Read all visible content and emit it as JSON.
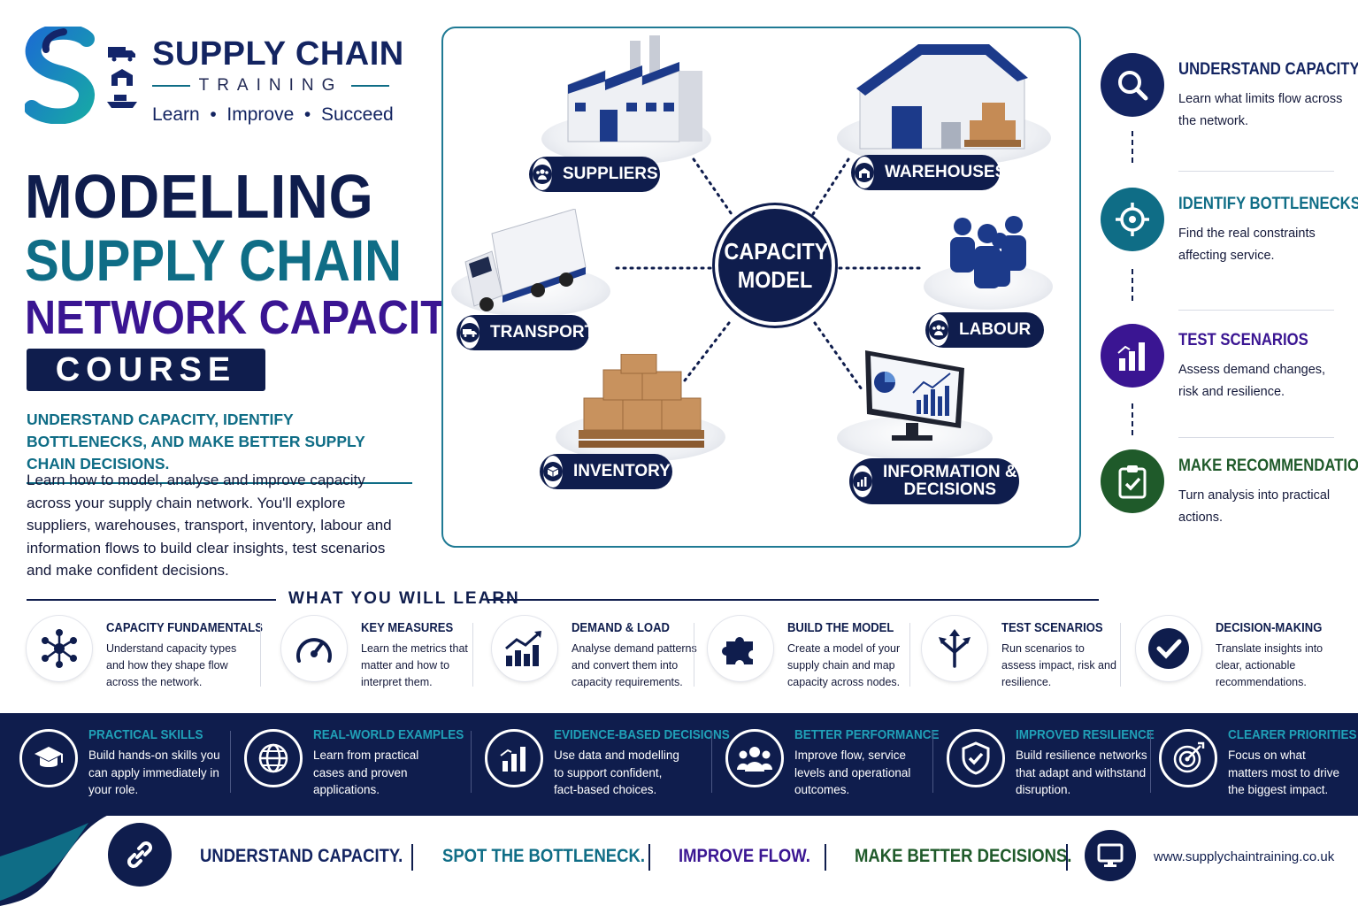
{
  "brand": {
    "name": "SUPPLY CHAIN",
    "sub": "TRAINING",
    "tagline": "Learn  •  Improve  •  Succeed"
  },
  "hero": {
    "line1": "MODELLING",
    "line2": "SUPPLY CHAIN",
    "line3": "NETWORK CAPACITY",
    "badge": "COURSE",
    "lead": "UNDERSTAND CAPACITY, IDENTIFY BOTTLENECKS, AND MAKE BETTER SUPPLY CHAIN DECISIONS.",
    "intro": "Learn how to model, analyse and improve capacity across your supply chain network. You'll explore suppliers, warehouses, transport, inventory, labour and information flows to build clear insights, test scenarios and make confident decisions."
  },
  "diagram": {
    "hub": [
      "CAPACITY",
      "MODEL"
    ],
    "nodes": {
      "suppliers": "SUPPLIERS",
      "warehouses": "WAREHOUSES",
      "transport": "TRANSPORT",
      "labour": "LABOUR",
      "inventory": "INVENTORY",
      "information": [
        "INFORMATION &",
        "DECISIONS"
      ]
    }
  },
  "steps": [
    {
      "title": "UNDERSTAND CAPACITY",
      "text": "Learn what limits flow across the network.",
      "color": "#132461",
      "icon": "search-icon"
    },
    {
      "title": "IDENTIFY BOTTLENECKS",
      "text": "Find the real constraints affecting service.",
      "color": "#0f6d86",
      "icon": "target-icon"
    },
    {
      "title": "TEST SCENARIOS",
      "text": "Assess demand changes, risk and resilience.",
      "color": "#3a1592",
      "icon": "bar-chart-icon"
    },
    {
      "title": "MAKE RECOMMENDATIONS",
      "text": "Turn analysis into practical actions.",
      "color": "#1f5a2a",
      "icon": "clipboard-check-icon"
    }
  ],
  "learn": {
    "heading": "WHAT YOU WILL LEARN",
    "items": [
      {
        "title": "CAPACITY FUNDAMENTALS",
        "text": "Understand capacity types and how they shape flow across the network.",
        "icon": "network-icon"
      },
      {
        "title": "KEY MEASURES",
        "text": "Learn the metrics that matter and how to interpret them.",
        "icon": "gauge-icon"
      },
      {
        "title": "DEMAND & LOAD",
        "text": "Analyse demand patterns and convert them into capacity requirements.",
        "icon": "trend-chart-icon"
      },
      {
        "title": "BUILD THE MODEL",
        "text": "Create a model of your supply chain and map capacity across nodes.",
        "icon": "puzzle-icon"
      },
      {
        "title": "TEST SCENARIOS",
        "text": "Run scenarios to assess impact, risk and resilience.",
        "icon": "split-arrows-icon"
      },
      {
        "title": "DECISION-MAKING",
        "text": "Translate insights into clear, actionable recommendations.",
        "icon": "check-circle-icon"
      }
    ]
  },
  "benefits": [
    {
      "title": "PRACTICAL SKILLS",
      "text": "Build hands-on skills you can apply immediately in your role.",
      "icon": "graduation-cap-icon"
    },
    {
      "title": "REAL-WORLD EXAMPLES",
      "text": "Learn from practical cases and proven applications.",
      "icon": "globe-icon"
    },
    {
      "title": "EVIDENCE-BASED DECISIONS",
      "text": "Use data and modelling to support confident, fact-based choices.",
      "icon": "bar-chart-icon"
    },
    {
      "title": "BETTER PERFORMANCE",
      "text": "Improve flow, service levels and operational outcomes.",
      "icon": "people-icon"
    },
    {
      "title": "IMPROVED RESILIENCE",
      "text": "Build resilience networks that adapt and withstand disruption.",
      "icon": "shield-check-icon"
    },
    {
      "title": "CLEARER PRIORITIES",
      "text": "Focus on what matters most to drive the biggest impact.",
      "icon": "target-arrow-icon"
    }
  ],
  "footer": {
    "slogans": [
      {
        "text": "UNDERSTAND CAPACITY.",
        "color": "#132461"
      },
      {
        "text": "SPOT THE BOTTLENECK.",
        "color": "#0f6d86"
      },
      {
        "text": "IMPROVE FLOW.",
        "color": "#3a1592"
      },
      {
        "text": "MAKE BETTER DECISIONS.",
        "color": "#1f5a2a"
      }
    ],
    "url": "www.supplychaintraining.co.uk"
  },
  "colors": {
    "navy": "#0f1d4d",
    "teal": "#0f6d86",
    "purple": "#3a1592",
    "green": "#1f5a2a",
    "band_title": "#20a1b8"
  }
}
